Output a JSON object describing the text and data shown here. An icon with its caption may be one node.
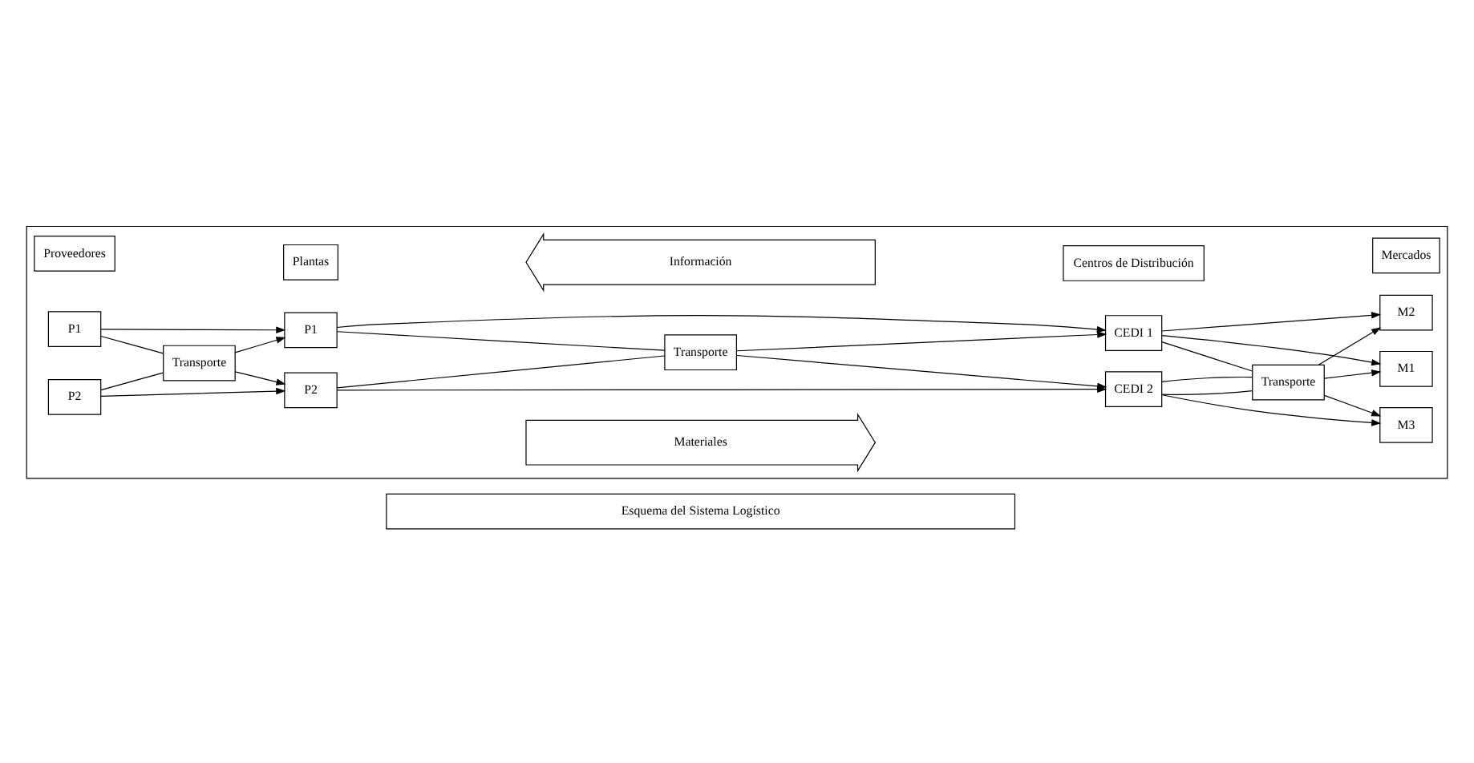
{
  "diagram": {
    "nodes": [
      {
        "text": [
          "Esquema del Sistema Logístico"
        ]
      },
      {
        "text": [],
        "shape": "box"
      },
      {
        "text": [
          "Información"
        ],
        "in": 1
      },
      {
        "text": [
          "Proveedores"
        ],
        "in": 1
      },
      {
        "text": [
          "Plantas"
        ],
        "in": 1
      },
      {
        "text": [
          "Centros de Distribución"
        ],
        "in": 1
      },
      {
        "text": [
          "Mercados"
        ],
        "in": 1
      },
      {
        "text": [
          "P1"
        ],
        "in": 1
      },
      {
        "text": [
          "P2"
        ],
        "in": 1
      },
      {
        "text": [
          "Transporte"
        ],
        "in": 1
      },
      {
        "text": [
          "P1"
        ],
        "in": 1
      },
      {
        "text": [
          "P2"
        ],
        "in": 1
      },
      {
        "text": [
          "Transporte"
        ],
        "in": 1
      },
      {
        "text": [
          "CEDI 1"
        ],
        "in": 1
      },
      {
        "text": [
          "CEDI 2"
        ],
        "in": 1
      },
      {
        "text": [
          "Transporte"
        ],
        "in": 1
      },
      {
        "text": [
          "M1"
        ],
        "in": 1
      },
      {
        "text": [
          "M2"
        ],
        "in": 1
      },
      {
        "text": [
          "M3"
        ],
        "in": 1
      },
      {
        "text": [
          "Materiales"
        ],
        "in": 1
      }
    ],
    "edges": [
      {
        "from": 7,
        "to": 10,
        "arrow": "to"
      },
      {
        "from": 7,
        "to": 9,
        "arrow": "none"
      },
      {
        "from": 8,
        "to": 9,
        "arrow": "none"
      },
      {
        "from": 8,
        "to": 11,
        "arrow": "to"
      },
      {
        "from": 9,
        "to": 10,
        "arrow": "to"
      },
      {
        "from": 9,
        "to": 11,
        "arrow": "to"
      },
      {
        "from": 10,
        "to": 13,
        "arrow": "to"
      },
      {
        "from": 10,
        "to": 12,
        "arrow": "none"
      },
      {
        "from": 11,
        "to": 12,
        "arrow": "none"
      },
      {
        "from": 11,
        "to": 14,
        "arrow": "to"
      },
      {
        "from": 12,
        "to": 13,
        "arrow": "to"
      },
      {
        "from": 12,
        "to": 14,
        "arrow": "to"
      },
      {
        "from": 13,
        "to": 16,
        "arrow": "to"
      },
      {
        "from": 13,
        "to": 17,
        "arrow": "to"
      },
      {
        "from": 13,
        "to": 15,
        "arrow": "none"
      },
      {
        "from": 14,
        "to": 15,
        "arrow": "none"
      },
      {
        "from": 14,
        "to": 15,
        "arrow": "none"
      },
      {
        "from": 14,
        "to": 18,
        "arrow": "to"
      },
      {
        "from": 15,
        "to": 16,
        "arrow": "to"
      },
      {
        "from": 15,
        "to": 17,
        "arrow": "to"
      },
      {
        "from": 15,
        "to": 18,
        "arrow": "to"
      }
    ]
  }
}
